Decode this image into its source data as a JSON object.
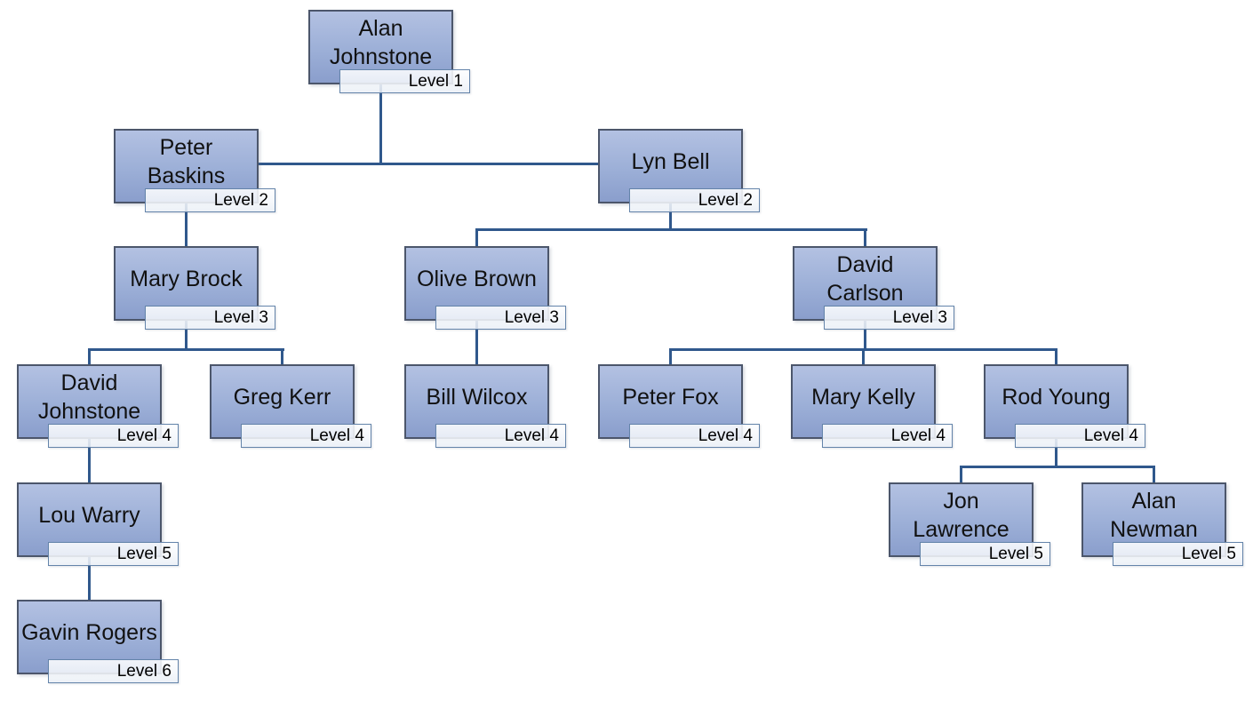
{
  "diagram": {
    "type": "org-chart-hierarchy",
    "levels_shown": 6,
    "connector_color": "#30588c",
    "node_fill_top": "#b3c1e2",
    "node_fill_bottom": "#8a9ecc",
    "node_border_color": "#4c566b",
    "badge_border_color": "#6484aa",
    "badge_fill": "#fdfeff"
  },
  "nodes": [
    {
      "name": "Alan Johnstone",
      "level": "Level 1",
      "reports_to": null
    },
    {
      "name": "Peter Baskins",
      "level": "Level 2",
      "reports_to": "Alan Johnstone"
    },
    {
      "name": "Lyn Bell",
      "level": "Level 2",
      "reports_to": "Alan Johnstone"
    },
    {
      "name": "Mary Brock",
      "level": "Level 3",
      "reports_to": "Peter Baskins"
    },
    {
      "name": "Olive Brown",
      "level": "Level 3",
      "reports_to": "Lyn Bell"
    },
    {
      "name": "David Carlson",
      "level": "Level 3",
      "reports_to": "Lyn Bell"
    },
    {
      "name": "David Johnstone",
      "level": "Level 4",
      "reports_to": "Mary Brock"
    },
    {
      "name": "Greg Kerr",
      "level": "Level 4",
      "reports_to": "Mary Brock"
    },
    {
      "name": "Bill Wilcox",
      "level": "Level 4",
      "reports_to": "Olive Brown"
    },
    {
      "name": "Peter Fox",
      "level": "Level 4",
      "reports_to": "David Carlson"
    },
    {
      "name": "Mary Kelly",
      "level": "Level 4",
      "reports_to": "David Carlson"
    },
    {
      "name": "Rod Young",
      "level": "Level 4",
      "reports_to": "David Carlson"
    },
    {
      "name": "Lou Warry",
      "level": "Level 5",
      "reports_to": "David Johnstone"
    },
    {
      "name": "Jon Lawrence",
      "level": "Level 5",
      "reports_to": "Rod Young"
    },
    {
      "name": "Alan Newman",
      "level": "Level 5",
      "reports_to": "Rod Young"
    },
    {
      "name": "Gavin Rogers",
      "level": "Level 6",
      "reports_to": "Lou Warry"
    }
  ]
}
